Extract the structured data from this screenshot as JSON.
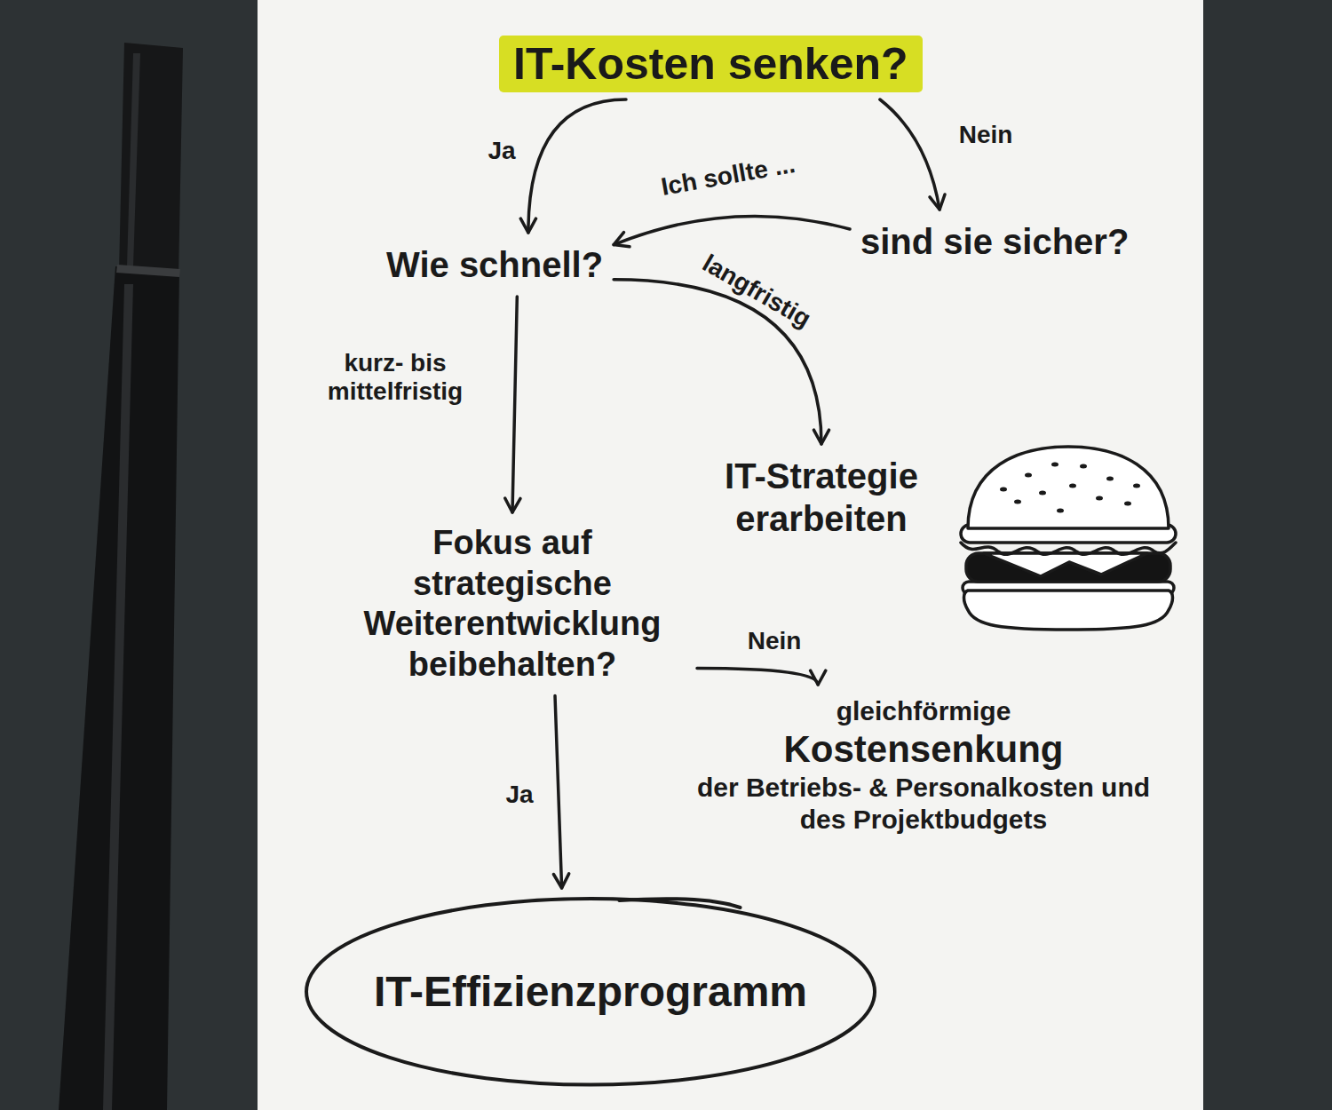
{
  "diagram": {
    "nodes": [
      {
        "text": [
          "IT-Kosten senken?"
        ]
      },
      {
        "text": [
          "Wie schnell?"
        ]
      },
      {
        "text": [
          "sind sie sicher?"
        ]
      },
      {
        "text": [
          "IT-Strategie erarbeiten"
        ]
      },
      {
        "text": [
          "Fokus auf strategische Weiterentwicklung beibehalten?"
        ]
      },
      {
        "text": [
          "gleichförmige",
          "Kostensenkung",
          "der Betriebs- & Personalkosten und des Projektbudgets"
        ]
      },
      {
        "text": [
          "IT-Effizienzprogramm"
        ]
      }
    ],
    "edges": [
      {
        "from": 0,
        "to": 1,
        "label": "Ja",
        "arrow": "to"
      },
      {
        "from": 0,
        "to": 2,
        "label": "Nein",
        "arrow": "to"
      },
      {
        "from": 2,
        "to": 1,
        "label": "Ich sollte ...",
        "arrow": "to"
      },
      {
        "from": 1,
        "to": 3,
        "label": "langfristig",
        "arrow": "to"
      },
      {
        "from": 1,
        "to": 4,
        "label": "kurz- bis mittelfristig",
        "arrow": "to"
      },
      {
        "from": 4,
        "to": 5,
        "label": "Nein",
        "arrow": "to"
      },
      {
        "from": 4,
        "to": 6,
        "label": "Ja",
        "arrow": "to"
      }
    ]
  }
}
